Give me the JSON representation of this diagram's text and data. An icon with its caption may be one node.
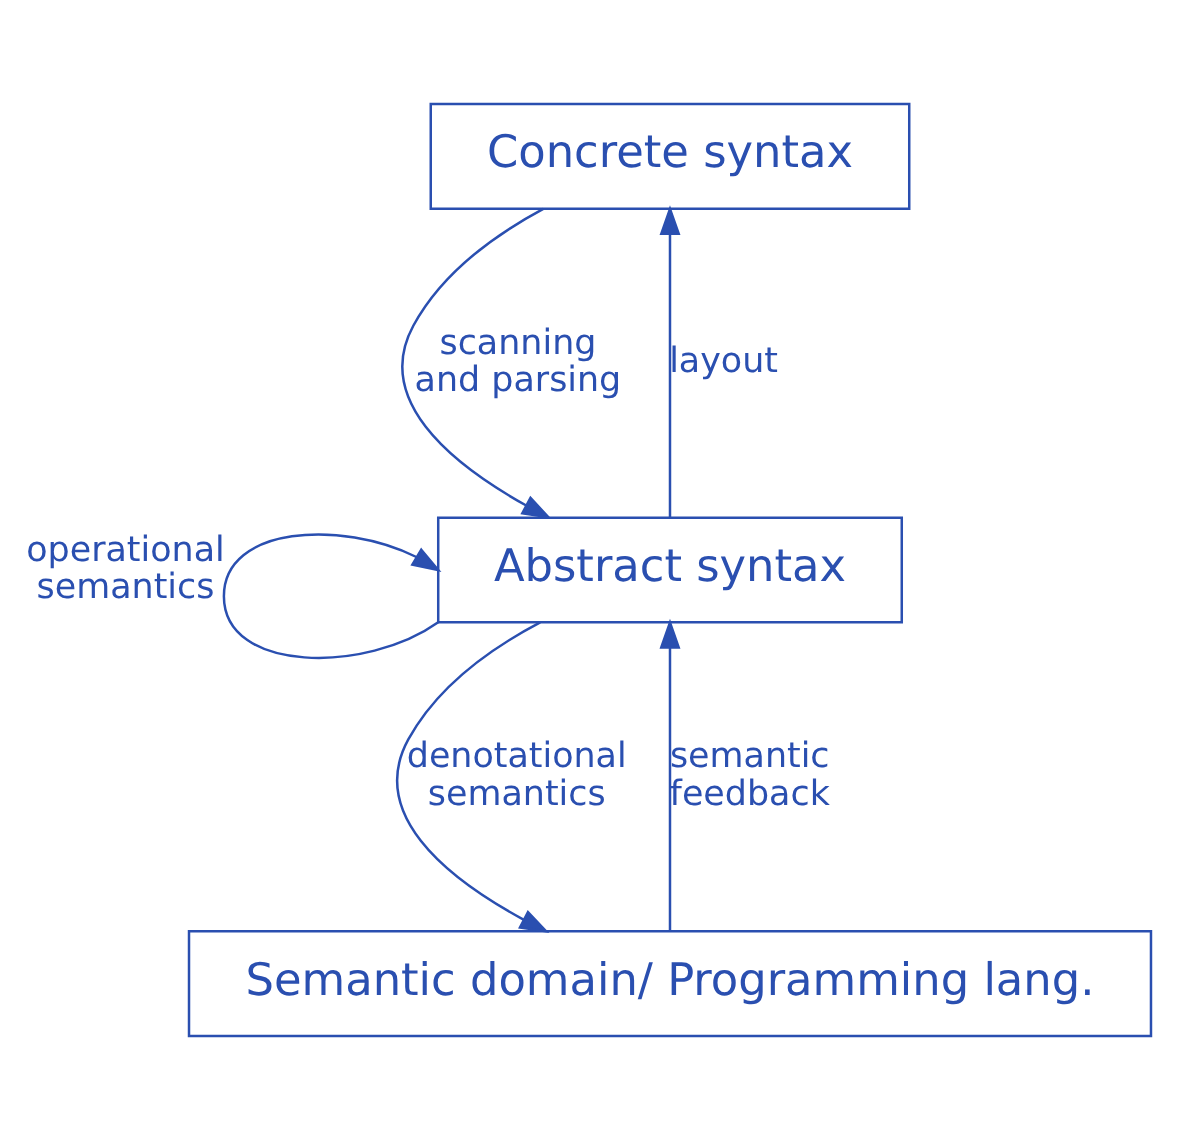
{
  "diagram": {
    "nodes": [
      {
        "text": [
          "Concrete syntax"
        ]
      },
      {
        "text": [
          "Abstract syntax"
        ]
      },
      {
        "text": [
          "Semantic domain/ Programming lang."
        ]
      }
    ],
    "edges": [
      {
        "from": 0,
        "to": 1,
        "arrow": "to",
        "label": "scanning and parsing"
      },
      {
        "from": 1,
        "to": 0,
        "arrow": "to",
        "label": "layout"
      },
      {
        "from": 1,
        "to": 1,
        "arrow": "to",
        "label": "operational semantics"
      },
      {
        "from": 1,
        "to": 2,
        "arrow": "to",
        "label": "denotational semantics"
      },
      {
        "from": 2,
        "to": 1,
        "arrow": "to",
        "label": "semantic feedback"
      }
    ]
  }
}
